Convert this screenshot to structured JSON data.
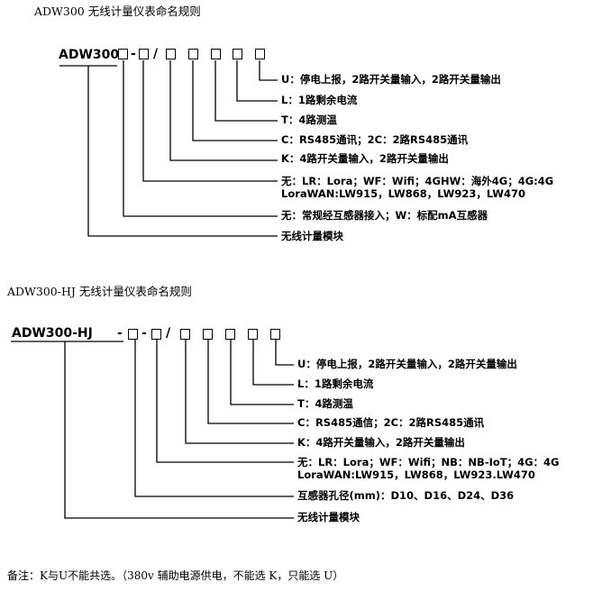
{
  "diagram1": {
    "title": "ADW300 无线计量仪表命名规则",
    "model": "ADW300",
    "dash": "-",
    "slash": "/",
    "labels": [
      "U：停电上报，2路开关量输入，2路开关量输出",
      "L：1路剩余电流",
      "T：4路测温",
      "C：RS485通讯；2C：2路RS485通讯",
      "K：4路开关量输入，2路开关量输出",
      "无：LR：Lora；WF：Wifi；4GHW：海外4G；4G:4G",
      "LoraWAN:LW915，LW868，LW923，LW470",
      "无：常规经互感器接入；W：标配mA互感器",
      "无线计量模块"
    ]
  },
  "diagram2": {
    "title": "ADW300-HJ 无线计量仪表命名规则",
    "model": "ADW300-HJ",
    "dash": "-",
    "slash": "/",
    "labels": [
      "U：停电上报，2路开关量输入，2路开关量输出",
      "L：1路剩余电流",
      "T：4路测温",
      "C：RS485通信；2C：2路RS485通讯",
      "K：4路开关量输入，2路开关量输出",
      "无：LR：Lora；WF：Wifi；NB：NB-IoT；4G：4G",
      "LoraWAN:LW915，LW868，LW923.LW470",
      "互感器孔径(mm)：D10、D16、D24、D36",
      "无线计量模块"
    ]
  },
  "note": "备注：K与U不能共选。（380v 辅助电源供电，不能选 K，只能选 U）"
}
